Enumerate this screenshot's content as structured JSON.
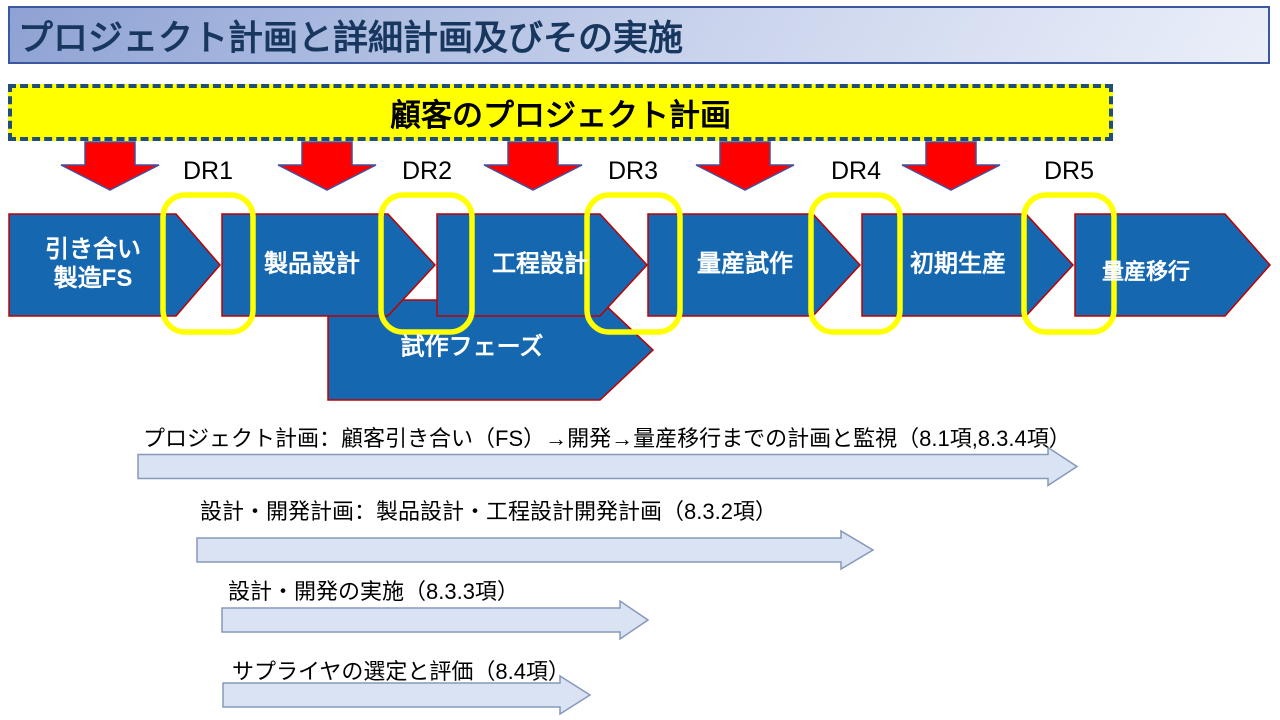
{
  "slide_title": "プロジェクト計画と詳細計画及びその実施",
  "banner": {
    "label": "顧客のプロジェクト計画"
  },
  "dr_gates": [
    {
      "label": "DR1"
    },
    {
      "label": "DR2"
    },
    {
      "label": "DR3"
    },
    {
      "label": "DR4"
    },
    {
      "label": "DR5"
    }
  ],
  "phases": [
    {
      "label": "引き合い\n製造FS"
    },
    {
      "label": "製品設計"
    },
    {
      "label": "工程設計"
    },
    {
      "label": "量産試作"
    },
    {
      "label": "初期生産"
    },
    {
      "label": "量産移行"
    }
  ],
  "sub_phase": {
    "label": "試作フェーズ"
  },
  "plan_rows": [
    {
      "label": "プロジェクト計画：顧客引き合い（FS）→開発→量産移行までの計画と監視（8.1項,8.3.4項）"
    },
    {
      "label": "設計・開発計画：製品設計・工程設計開発計画（8.3.2項）"
    },
    {
      "label": "設計・開発の実施（8.3.3項）"
    },
    {
      "label": "サプライヤの選定と評価（8.4項）"
    }
  ],
  "colors": {
    "title_text": "#17375E",
    "title_bar_border": "#3A57A0",
    "banner_fill": "#FFFF00",
    "banner_border": "#1F4E79",
    "down_arrow_fill": "#FF0000",
    "down_arrow_stroke": "#44519E",
    "phase_fill": "#1567B0",
    "phase_stroke": "#C00000",
    "phase_text": "#FFFFFF",
    "gate_stroke": "#FFFF00",
    "dr_text": "#000000",
    "plan_arrow_fill": "#DAE3F3",
    "plan_arrow_stroke": "#8599B8",
    "plan_text": "#000000"
  }
}
